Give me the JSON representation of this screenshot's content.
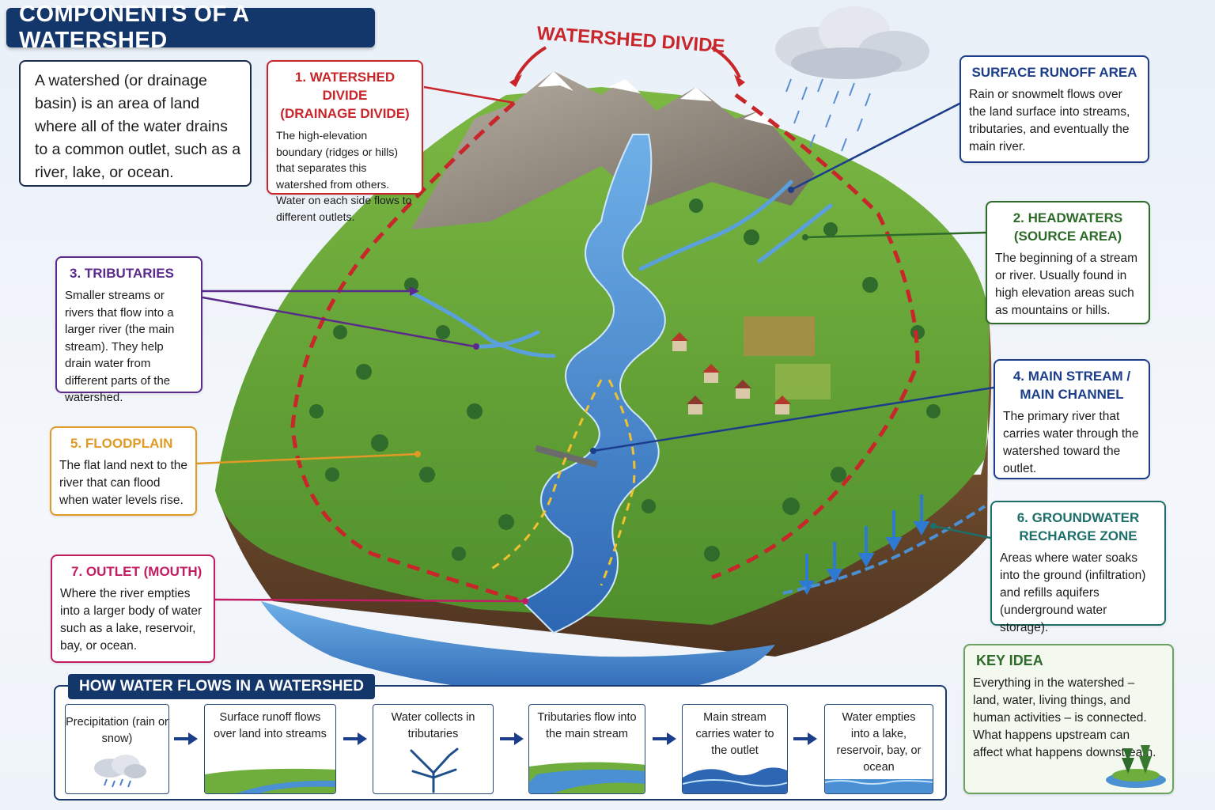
{
  "title": "COMPONENTS OF A WATERSHED",
  "intro": "A watershed (or drainage basin) is an area of land where all of the water drains to a common outlet, such as a river, lake, or ocean.",
  "divide_label": "WATERSHED DIVIDE",
  "cards": {
    "divide": {
      "title_line1": "1. WATERSHED DIVIDE",
      "title_line2": "(DRAINAGE DIVIDE)",
      "body": "The high-elevation boundary (ridges or hills) that separates this watershed from others. Water on each side flows to different outlets."
    },
    "runoff": {
      "title": "SURFACE RUNOFF AREA",
      "body": "Rain or snowmelt flows over the land surface into streams, tributaries, and eventually the main river."
    },
    "headwaters": {
      "title_line1": "2. HEADWATERS",
      "title_line2": "(SOURCE AREA)",
      "body": "The beginning of a stream or river. Usually found in high elevation areas such as mountains or hills."
    },
    "tributaries": {
      "title": "3. TRIBUTARIES",
      "body": "Smaller streams or rivers that flow into a larger river (the main stream). They help drain water from different parts of the watershed."
    },
    "main_stream": {
      "title_line1": "4. MAIN STREAM /",
      "title_line2": "MAIN CHANNEL",
      "body": "The primary river that carries water through the watershed toward the outlet."
    },
    "floodplain": {
      "title": "5. FLOODPLAIN",
      "body": "The flat land next to the river that can flood when water levels rise."
    },
    "groundwater": {
      "title_line1": "6. GROUNDWATER",
      "title_line2": "RECHARGE ZONE",
      "body": "Areas where water soaks into the ground (infiltration) and refills aquifers (underground water storage)."
    },
    "outlet": {
      "title": "7. OUTLET (MOUTH)",
      "body": "Where the river empties into a larger body of water such as a lake, reservoir, bay, or ocean."
    },
    "key_idea": {
      "title": "KEY IDEA",
      "body": "Everything in the watershed – land, water, living things, and human activities – is connected. What happens upstream can affect what happens downstream."
    }
  },
  "flow": {
    "title": "HOW WATER FLOWS IN A WATERSHED",
    "steps": [
      "Precipitation (rain or snow)",
      "Surface runoff flows over land into streams",
      "Water collects in tributaries",
      "Tributaries flow into the main stream",
      "Main stream carries water to the outlet",
      "Water empties into a lake, reservoir, bay, or ocean"
    ]
  },
  "colors": {
    "navy": "#13366b",
    "divide_red": "#c8262a",
    "river_blue": "#4a90d2",
    "grass": "#6fae3c",
    "forest": "#2f6b2a",
    "soil": "#7a5230"
  }
}
